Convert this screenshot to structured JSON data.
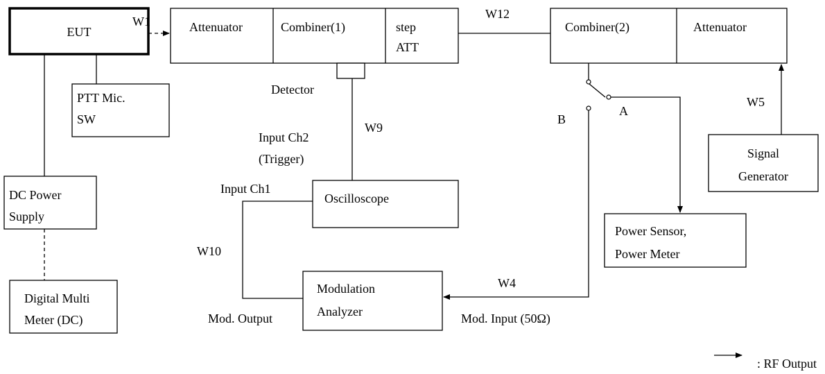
{
  "blocks": {
    "eut": "EUT",
    "attenuator_1": "Attenuator",
    "combiner_1": "Combiner(1)",
    "step_att_line1": "step",
    "step_att_line2": "ATT",
    "combiner_2": "Combiner(2)",
    "attenuator_2": "Attenuator",
    "ptt_line1": "PTT Mic.",
    "ptt_line2": "SW",
    "dc_power_line1": "DC Power",
    "dc_power_line2": "Supply",
    "dmm_line1": "Digital Multi",
    "dmm_line2": "Meter (DC)",
    "oscilloscope": "Oscilloscope",
    "mod_analyzer_line1": "Modulation",
    "mod_analyzer_line2": "Analyzer",
    "power_meter_line1": "Power Sensor,",
    "power_meter_line2": "Power Meter",
    "signal_gen_line1": "Signal",
    "signal_gen_line2": "Generator"
  },
  "labels": {
    "w1": "W1",
    "w12": "W12",
    "w9": "W9",
    "w10": "W10",
    "w4": "W4",
    "w5": "W5",
    "detector": "Detector",
    "input_ch2_line1": "Input Ch2",
    "input_ch2_line2": "(Trigger)",
    "input_ch1": "Input Ch1",
    "mod_output": "Mod. Output",
    "mod_input": "Mod. Input (50Ω)",
    "switch_a": "A",
    "switch_b": "B"
  },
  "legend": {
    "rf_output": ": RF Output"
  }
}
